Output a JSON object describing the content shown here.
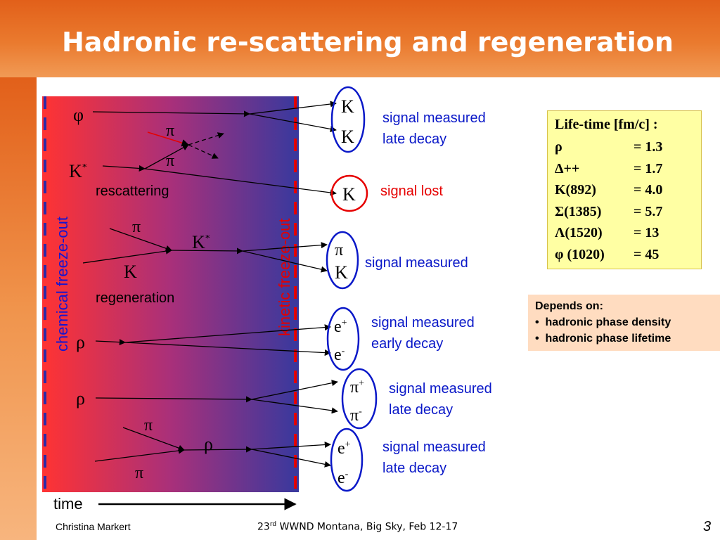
{
  "slide": {
    "title": "Hadronic re-scattering and regeneration",
    "footer_author": "Christina Markert",
    "footer_event_pre": "23",
    "footer_event_sup": "rd",
    "footer_event_post": " WWND Montana, Big Sky, Feb  12-17",
    "page_number": "3"
  },
  "diagram": {
    "chemical_label": "chemical freeze-out",
    "kinetic_label": "kinetic freeze-out",
    "time_label": "time",
    "rescattering_label": "rescattering",
    "regeneration_label": "regeneration",
    "phi": "φ",
    "pi": "π",
    "K": "K",
    "Kstar": "K",
    "star": "*",
    "rho": "ρ",
    "e": "e",
    "plus": "+",
    "minus": "-",
    "signals": {
      "s1_l1": "signal measured",
      "s1_l2": "late decay",
      "s2": "signal lost",
      "s3": "signal measured",
      "s4_l1": "signal measured",
      "s4_l2": "early decay",
      "s5_l1": "signal measured",
      "s5_l2": "late decay",
      "s6_l1": "signal measured",
      "s6_l2": "late decay"
    }
  },
  "lifetime": {
    "header": "Life-time [fm/c] :",
    "rows": [
      {
        "name": "ρ",
        "value": "= 1.3"
      },
      {
        "name": "Δ++",
        "value": "=  1.7"
      },
      {
        "name": "K(892)",
        "value": "=  4.0"
      },
      {
        "name": "Σ(1385)",
        "value": "=  5.7"
      },
      {
        "name": "Λ(1520)",
        "value": "=  13"
      },
      {
        "name": "φ (1020)",
        "value": "=  45"
      }
    ]
  },
  "depends": {
    "header": "Depends on:",
    "items": [
      "hadronic phase density",
      "hadronic phase lifetime"
    ]
  },
  "colors": {
    "header_orange": "#e2601a",
    "gradient_red": "#ff3333",
    "gradient_blue": "#3a3a9c",
    "signal_blue": "#0a18c8",
    "signal_red": "#e60000",
    "lifetime_bg": "#ffffa3",
    "depends_bg": "#ffdcc0"
  }
}
